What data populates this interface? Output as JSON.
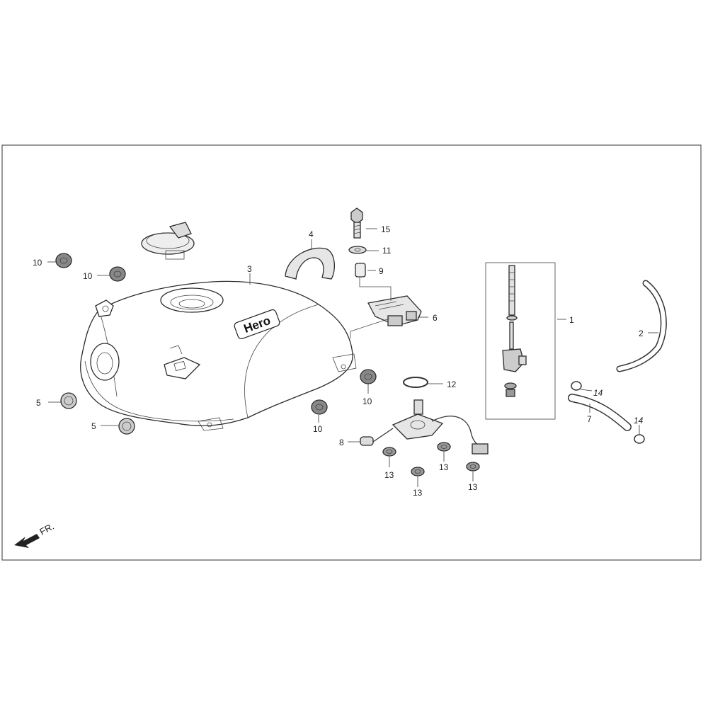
{
  "diagram": {
    "callouts": {
      "c1": "1",
      "c2": "2",
      "c3": "3",
      "c4": "4",
      "c5a": "5",
      "c5b": "5",
      "c6": "6",
      "c7": "7",
      "c8": "8",
      "c9": "9",
      "c10a": "10",
      "c10b": "10",
      "c10c": "10",
      "c10d": "10",
      "c11": "11",
      "c12": "12",
      "c13a": "13",
      "c13b": "13",
      "c13c": "13",
      "c13d": "13",
      "c14a": "14",
      "c14b": "14",
      "c15": "15"
    },
    "tank_logo": "Hero",
    "direction_label": "FR."
  }
}
